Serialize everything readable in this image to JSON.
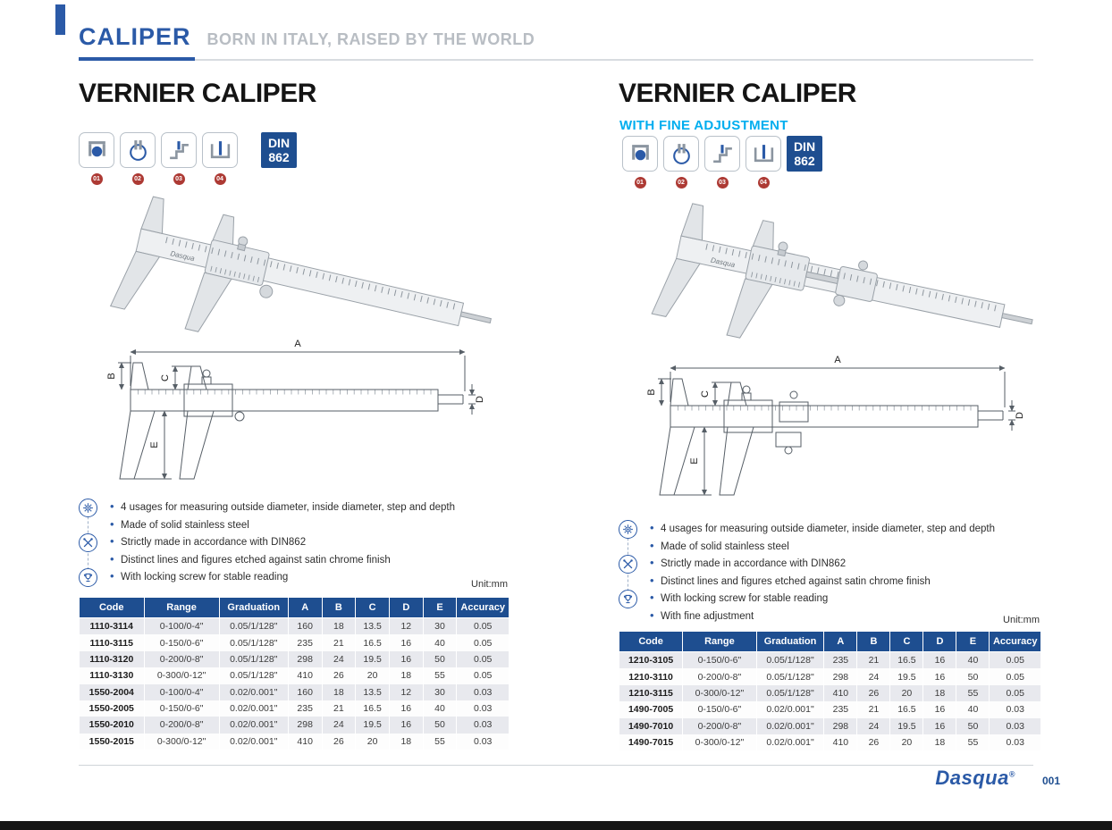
{
  "header": {
    "brand": "CALIPER",
    "tagline": "BORN IN ITALY, RAISED BY THE WORLD"
  },
  "left_section": {
    "title": "VERNIER CALIPER",
    "usage_badges": [
      "01",
      "02",
      "03",
      "04"
    ],
    "din_badge": {
      "line1": "DIN",
      "line2": "862"
    },
    "dims": [
      "A",
      "B",
      "C",
      "D",
      "E"
    ],
    "features": [
      "4 usages for measuring outside diameter, inside diameter, step and depth",
      "Made of solid stainless steel",
      "Strictly made in accordance with DIN862",
      "Distinct lines and figures etched against satin chrome finish",
      "With locking screw for stable reading"
    ],
    "unit_label": "Unit:mm",
    "table": {
      "headers": [
        "Code",
        "Range",
        "Graduation",
        "A",
        "B",
        "C",
        "D",
        "E",
        "Accuracy"
      ],
      "rows": [
        [
          "1110-3114",
          "0-100/0-4\"",
          "0.05/1/128\"",
          "160",
          "18",
          "13.5",
          "12",
          "30",
          "0.05"
        ],
        [
          "1110-3115",
          "0-150/0-6\"",
          "0.05/1/128\"",
          "235",
          "21",
          "16.5",
          "16",
          "40",
          "0.05"
        ],
        [
          "1110-3120",
          "0-200/0-8\"",
          "0.05/1/128\"",
          "298",
          "24",
          "19.5",
          "16",
          "50",
          "0.05"
        ],
        [
          "1110-3130",
          "0-300/0-12\"",
          "0.05/1/128\"",
          "410",
          "26",
          "20",
          "18",
          "55",
          "0.05"
        ],
        [
          "1550-2004",
          "0-100/0-4\"",
          "0.02/0.001\"",
          "160",
          "18",
          "13.5",
          "12",
          "30",
          "0.03"
        ],
        [
          "1550-2005",
          "0-150/0-6\"",
          "0.02/0.001\"",
          "235",
          "21",
          "16.5",
          "16",
          "40",
          "0.03"
        ],
        [
          "1550-2010",
          "0-200/0-8\"",
          "0.02/0.001\"",
          "298",
          "24",
          "19.5",
          "16",
          "50",
          "0.03"
        ],
        [
          "1550-2015",
          "0-300/0-12\"",
          "0.02/0.001\"",
          "410",
          "26",
          "20",
          "18",
          "55",
          "0.03"
        ]
      ]
    }
  },
  "right_section": {
    "title": "VERNIER CALIPER",
    "subtitle": "WITH FINE ADJUSTMENT",
    "usage_badges": [
      "01",
      "02",
      "03",
      "04"
    ],
    "din_badge": {
      "line1": "DIN",
      "line2": "862"
    },
    "dims": [
      "A",
      "B",
      "C",
      "D",
      "E"
    ],
    "features": [
      "4 usages for measuring outside diameter, inside diameter, step and depth",
      "Made of solid stainless steel",
      "Strictly made in accordance with DIN862",
      "Distinct lines and figures etched against satin chrome finish",
      "With locking screw for stable reading",
      "With fine adjustment"
    ],
    "unit_label": "Unit:mm",
    "table": {
      "headers": [
        "Code",
        "Range",
        "Graduation",
        "A",
        "B",
        "C",
        "D",
        "E",
        "Accuracy"
      ],
      "rows": [
        [
          "1210-3105",
          "0-150/0-6\"",
          "0.05/1/128\"",
          "235",
          "21",
          "16.5",
          "16",
          "40",
          "0.05"
        ],
        [
          "1210-3110",
          "0-200/0-8\"",
          "0.05/1/128\"",
          "298",
          "24",
          "19.5",
          "16",
          "50",
          "0.05"
        ],
        [
          "1210-3115",
          "0-300/0-12\"",
          "0.05/1/128\"",
          "410",
          "26",
          "20",
          "18",
          "55",
          "0.05"
        ],
        [
          "1490-7005",
          "0-150/0-6\"",
          "0.02/0.001\"",
          "235",
          "21",
          "16.5",
          "16",
          "40",
          "0.03"
        ],
        [
          "1490-7010",
          "0-200/0-8\"",
          "0.02/0.001\"",
          "298",
          "24",
          "19.5",
          "16",
          "50",
          "0.03"
        ],
        [
          "1490-7015",
          "0-300/0-12\"",
          "0.02/0.001\"",
          "410",
          "26",
          "20",
          "18",
          "55",
          "0.03"
        ]
      ]
    }
  },
  "footer": {
    "brand": "Dasqua",
    "reg": "®",
    "page_number": "001"
  },
  "colors": {
    "accent_blue": "#2b5aa7",
    "table_navy": "#1e4e90",
    "subtitle_cyan": "#00aeef",
    "badge_red": "#ad3a34",
    "tagline_gray": "#b8bdc3"
  }
}
